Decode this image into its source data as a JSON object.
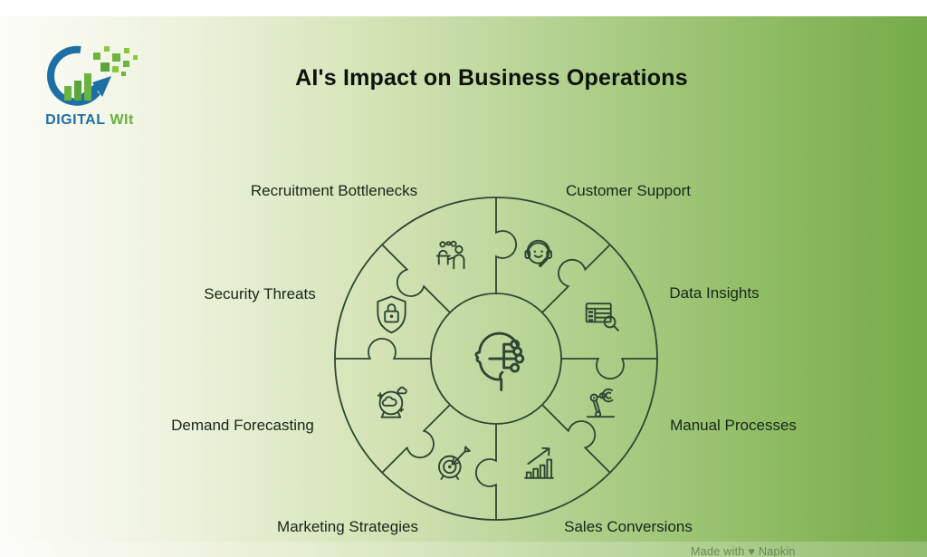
{
  "page": {
    "title": "AI's Impact on Business Operations"
  },
  "logo": {
    "brand_primary": "DIGITAL",
    "brand_secondary": "WIt",
    "primary_color": "#1e6fa6",
    "secondary_color": "#68b03e"
  },
  "watermark": {
    "text": "Made with ♥ Napkin"
  },
  "wheel": {
    "center_icon": "ai-head-circuit-icon",
    "line_color": "#2e4633",
    "label_color": "#17261a",
    "background_start": "#fcfdf8",
    "background_end": "#75ab48",
    "segments": [
      {
        "label": "Customer Support",
        "icon": "headset-agent-icon",
        "angle_deg": 67.5
      },
      {
        "label": "Data Insights",
        "icon": "data-table-magnifier-icon",
        "angle_deg": 22.5
      },
      {
        "label": "Manual Processes",
        "icon": "robot-arm-icon",
        "angle_deg": -22.5
      },
      {
        "label": "Sales Conversions",
        "icon": "growth-chart-icon",
        "angle_deg": -67.5
      },
      {
        "label": "Marketing Strategies",
        "icon": "target-dart-icon",
        "angle_deg": -112.5
      },
      {
        "label": "Demand Forecasting",
        "icon": "crystal-ball-icon",
        "angle_deg": -157.5
      },
      {
        "label": "Security Threats",
        "icon": "shield-lock-icon",
        "angle_deg": 157.5
      },
      {
        "label": "Recruitment Bottlenecks",
        "icon": "recruitment-interview-icon",
        "angle_deg": 112.5
      }
    ]
  }
}
